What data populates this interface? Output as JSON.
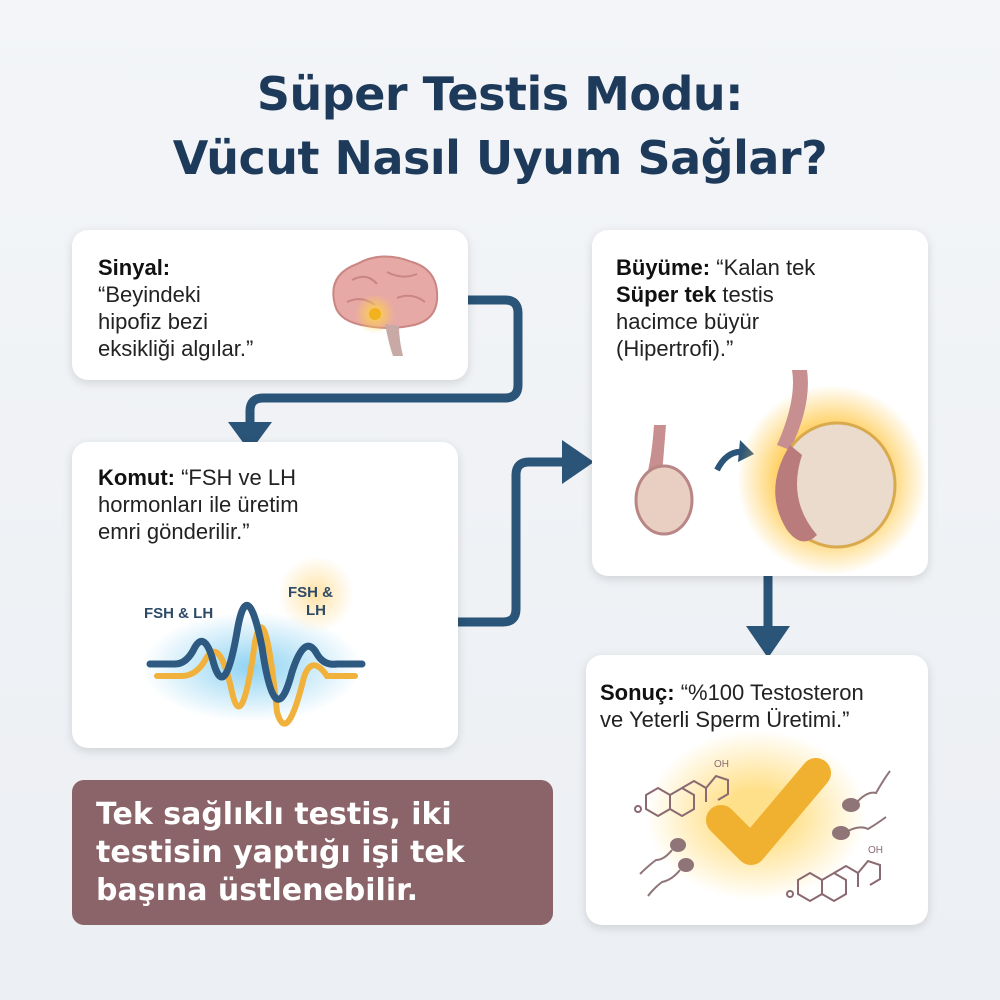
{
  "title": {
    "line1": "Süper Testis Modu:",
    "line2": "Vücut Nasıl Uyum Sağlar?"
  },
  "steps": [
    {
      "label": "Sinyal:",
      "text_lines": [
        "“Beyindeki",
        "hipofiz bezi",
        "eksikliği algılar.”"
      ],
      "icon": "brain-icon"
    },
    {
      "label": "Komut:",
      "first_line": "“FSH ve LH",
      "text_lines": [
        "hormonları ile üretim",
        "emri gönderilir.”"
      ],
      "icon": "hormone-wave-icon",
      "wave_labels": [
        "FSH & LH",
        "FSH &",
        "LH"
      ]
    },
    {
      "label": "Büyüme:",
      "first_line": "“Kalan tek",
      "bold2": "Süper tek",
      "after_bold2": " testis",
      "text_lines": [
        "hacimce büyür",
        "(Hipertrofi).”"
      ],
      "icon": "testis-growth-icon"
    },
    {
      "label": "Sonuç:",
      "first_line": "“%100 Testosteron",
      "text_lines": [
        "ve Yeterli Sperm Üretimi.”"
      ],
      "icon": "checkmark-icon",
      "molecule_label": "OH"
    }
  ],
  "summary": {
    "lines": [
      "Tek sağlıklı testis, iki",
      "testisin yaptığı işi tek",
      "başına üstlenebilir."
    ]
  },
  "colors": {
    "title": "#1e3a5a",
    "arrow": "#2a5478",
    "summary_bg": "#8a6468",
    "wave_blue": "#2e5a82",
    "wave_yellow": "#f0b23c"
  }
}
